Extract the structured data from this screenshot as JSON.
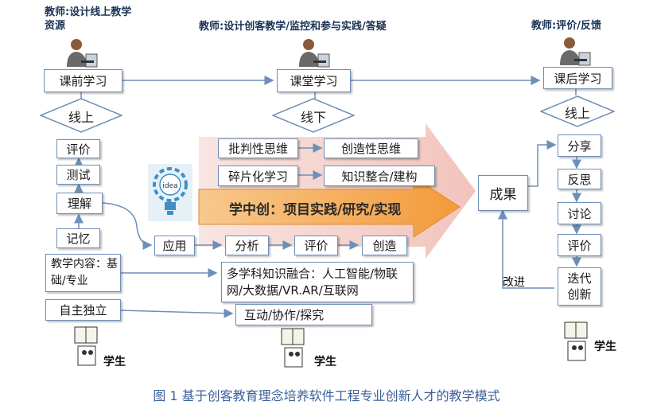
{
  "teachers": {
    "left": "教师:设计线上教学资源",
    "center": "教师:设计创客教学/监控和参与实践/答疑",
    "right": "教师:评价/反馈"
  },
  "stages": {
    "before": "课前学习",
    "class": "课堂学习",
    "after": "课后学习"
  },
  "modes": {
    "left": "线上",
    "center": "线下",
    "right": "线上"
  },
  "left_column": [
    "评价",
    "测试",
    "理解",
    "记忆"
  ],
  "content_box": "教学内容：基础/专业",
  "self_box": "自主独立",
  "thinking": {
    "critical": "批判性思维",
    "creative": "创造性思维",
    "fragment": "碎片化学习",
    "knowledge": "知识整合/建构"
  },
  "arrow_text": "学中创：项目实践/研究/实现",
  "idea_text": "idea",
  "bottom_chain": [
    "应用",
    "分析",
    "评价",
    "创造"
  ],
  "multi_box": "多学科知识融合：人工智能/物联网/大数据/VR.AR/互联网",
  "interact_box": "互动/协作/探究",
  "result": "成果",
  "right_column": [
    "分享",
    "反思",
    "讨论",
    "评价",
    "迭代创新"
  ],
  "improve": "改进",
  "student": "学生",
  "caption": "图 1 基于创客教育理念培养软件工程专业创新人才的教学模式",
  "colors": {
    "border": "#6e8fb8",
    "arrow_orange": "#f4a64a",
    "arrow_pink": "#f3c9c2",
    "caption_blue": "#3b5f9a"
  }
}
